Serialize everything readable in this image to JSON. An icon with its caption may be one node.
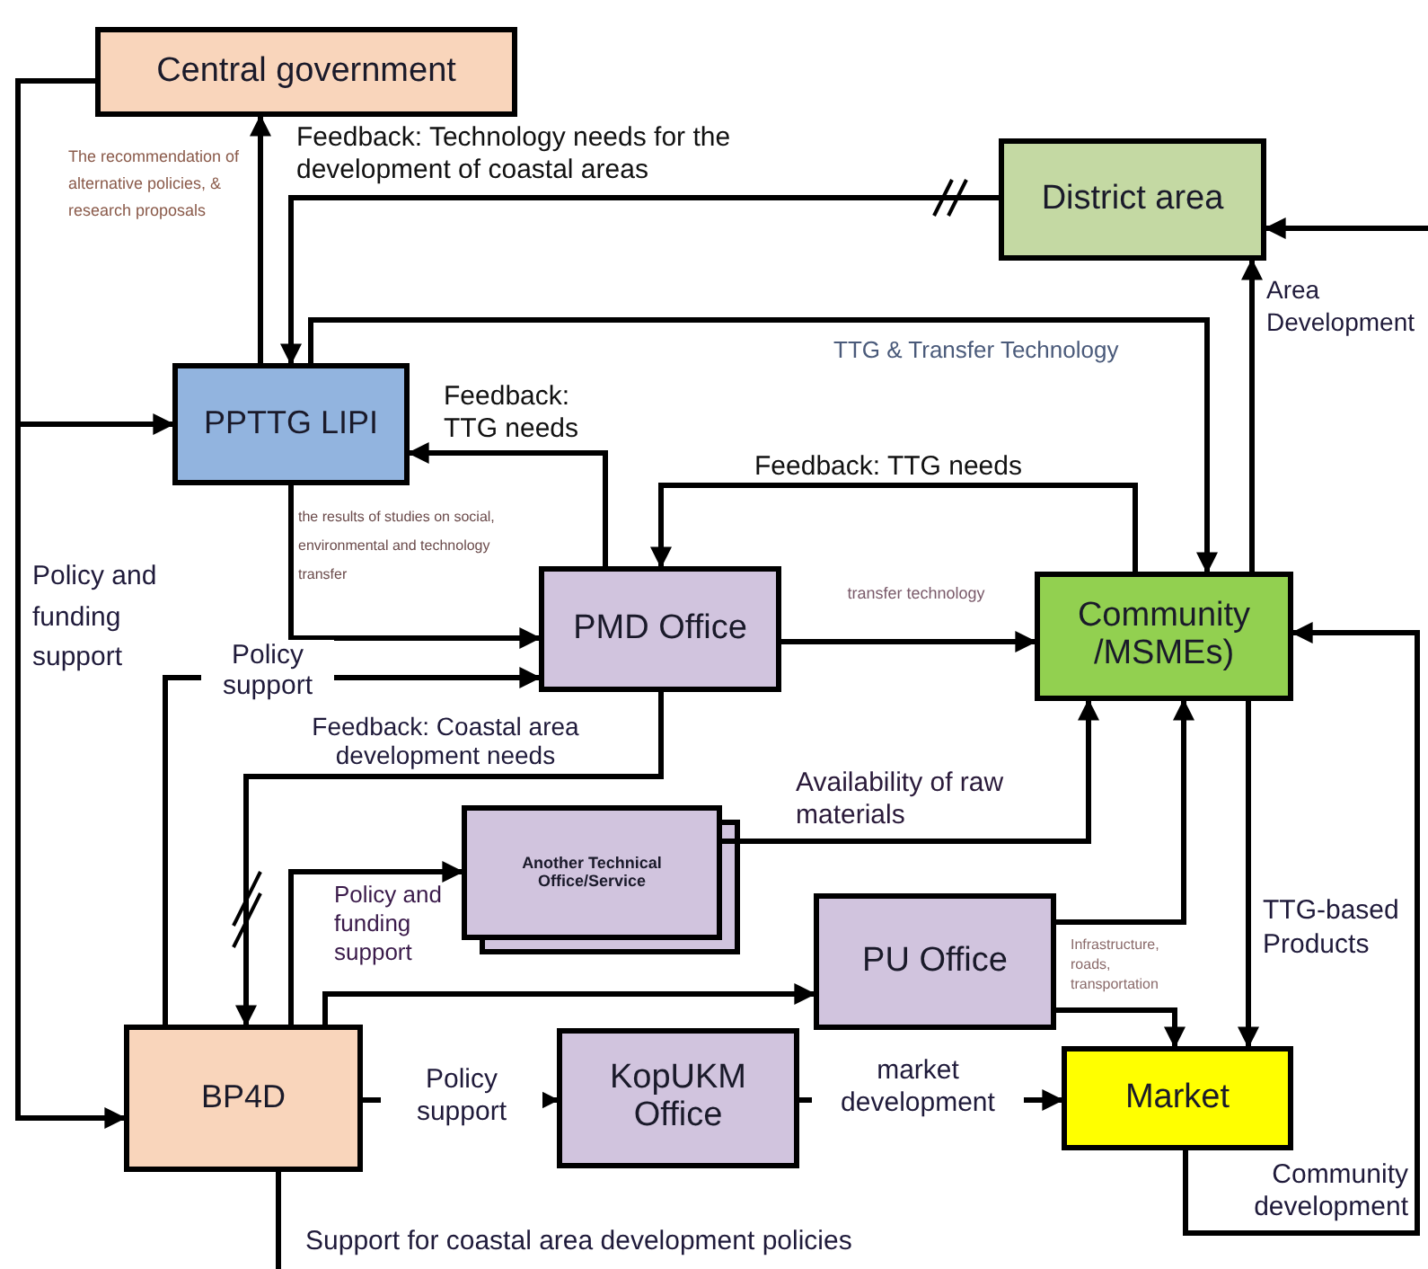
{
  "diagram": {
    "nodes": [
      {
        "text": [
          "Central government"
        ]
      },
      {
        "text": [
          "District area"
        ]
      },
      {
        "text": [
          "PPTTG LIPI"
        ]
      },
      {
        "text": [
          "PMD Office"
        ]
      },
      {
        "text": [
          "Community /MSMEs)"
        ]
      },
      {
        "text": [
          "Another Technical Office/Service"
        ]
      },
      {
        "text": [
          "PU Office"
        ]
      },
      {
        "text": [
          "BP4D"
        ]
      },
      {
        "text": [
          "KopUKM Office"
        ]
      },
      {
        "text": [
          "Market"
        ]
      }
    ],
    "edges": [
      {
        "from": 0,
        "to": 2,
        "arrow": "to"
      },
      {
        "from": 0,
        "to": 7,
        "arrow": "to",
        "label": "Policy and funding support"
      },
      {
        "from": 2,
        "to": 0,
        "arrow": "to",
        "label": "The recommendation of alternative policies, & research proposals"
      },
      {
        "from": 1,
        "to": 2,
        "arrow": "to",
        "label": "Feedback: Technology needs for the development of coastal areas"
      },
      {
        "from": 2,
        "to": 4,
        "arrow": "to",
        "label": "TTG & Transfer Technology"
      },
      {
        "from": 3,
        "to": 2,
        "arrow": "to",
        "label": "Feedback: TTG needs"
      },
      {
        "from": 4,
        "to": 3,
        "arrow": "to",
        "label": "Feedback: TTG needs"
      },
      {
        "from": 2,
        "to": 3,
        "arrow": "to",
        "label": "the results of studies on social, environmental and technology transfer"
      },
      {
        "from": 3,
        "to": 4,
        "arrow": "to",
        "label": "transfer technology"
      },
      {
        "from": 4,
        "to": 1,
        "arrow": "to",
        "label": "Area Development"
      },
      {
        "from": 9,
        "to": 4,
        "arrow": "to",
        "label": "Community development"
      },
      {
        "from": null,
        "to": 1,
        "arrow": "to"
      },
      {
        "from": 3,
        "to": 7,
        "arrow": "to",
        "label": "Feedback: Coastal area development needs"
      },
      {
        "from": 7,
        "to": 3,
        "arrow": "to",
        "label": "Policy support"
      },
      {
        "from": 7,
        "to": 5,
        "arrow": "to",
        "label": "Policy and funding support"
      },
      {
        "from": 7,
        "to": 6,
        "arrow": "to"
      },
      {
        "from": 5,
        "to": 4,
        "arrow": "to",
        "label": "Availability of raw materials"
      },
      {
        "from": 6,
        "to": 4,
        "arrow": "to",
        "label": "Infrastructure, roads, transportation"
      },
      {
        "from": 6,
        "to": 9,
        "arrow": "to"
      },
      {
        "from": 4,
        "to": 9,
        "arrow": "to",
        "label": "TTG-based Products"
      },
      {
        "from": 7,
        "to": 8,
        "arrow": "to",
        "label": "Policy support"
      },
      {
        "from": 8,
        "to": 9,
        "arrow": "to",
        "label": "market development"
      },
      {
        "from": 7,
        "to": null,
        "arrow": "none",
        "label": "Support for coastal area development policies"
      }
    ]
  }
}
